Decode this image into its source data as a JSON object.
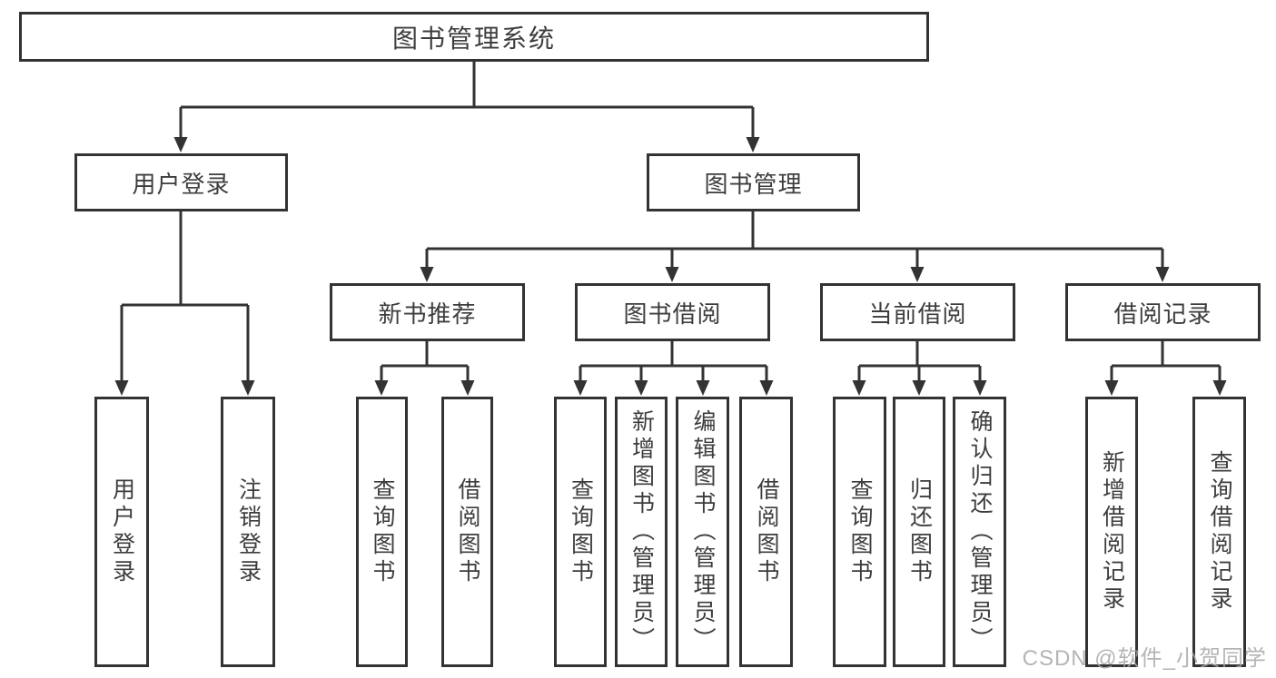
{
  "diagram": {
    "title": "图书管理系统",
    "root": {
      "label": "图书管理系统"
    },
    "level2": [
      {
        "id": "user-login",
        "label": "用户登录"
      },
      {
        "id": "book-management",
        "label": "图书管理"
      }
    ],
    "level3": [
      {
        "id": "new-book-recommend",
        "label": "新书推荐",
        "parent": "book-management"
      },
      {
        "id": "book-borrowing",
        "label": "图书借阅",
        "parent": "book-management"
      },
      {
        "id": "current-borrowing",
        "label": "当前借阅",
        "parent": "book-management"
      },
      {
        "id": "borrowing-records",
        "label": "借阅记录",
        "parent": "book-management"
      }
    ],
    "leaves": [
      {
        "id": "user-login-leaf",
        "label": "用户登录",
        "parent": "user-login"
      },
      {
        "id": "logout",
        "label": "注销登录",
        "parent": "user-login"
      },
      {
        "id": "query-books-recommend",
        "label": "查询图书",
        "parent": "new-book-recommend"
      },
      {
        "id": "borrow-books-recommend",
        "label": "借阅图书",
        "parent": "new-book-recommend"
      },
      {
        "id": "query-books-borrowing",
        "label": "查询图书",
        "parent": "book-borrowing"
      },
      {
        "id": "add-books-admin",
        "label": "新增图书（管理员）",
        "parent": "book-borrowing"
      },
      {
        "id": "edit-books-admin",
        "label": "编辑图书（管理员）",
        "parent": "book-borrowing"
      },
      {
        "id": "borrow-books-borrowing",
        "label": "借阅图书",
        "parent": "book-borrowing"
      },
      {
        "id": "query-books-current",
        "label": "查询图书",
        "parent": "current-borrowing"
      },
      {
        "id": "return-books",
        "label": "归还图书",
        "parent": "current-borrowing"
      },
      {
        "id": "confirm-return-admin",
        "label": "确认归还（管理员）",
        "parent": "current-borrowing"
      },
      {
        "id": "add-borrow-record",
        "label": "新增借阅记录",
        "parent": "borrowing-records"
      },
      {
        "id": "query-borrow-record",
        "label": "查询借阅记录",
        "parent": "borrowing-records"
      }
    ]
  },
  "watermark": {
    "text": "CSDN @软件_小贺同学"
  },
  "colors": {
    "line": "#333333",
    "text": "#3d3d3d",
    "watermark": "#a8a8a8",
    "background": "#ffffff"
  }
}
